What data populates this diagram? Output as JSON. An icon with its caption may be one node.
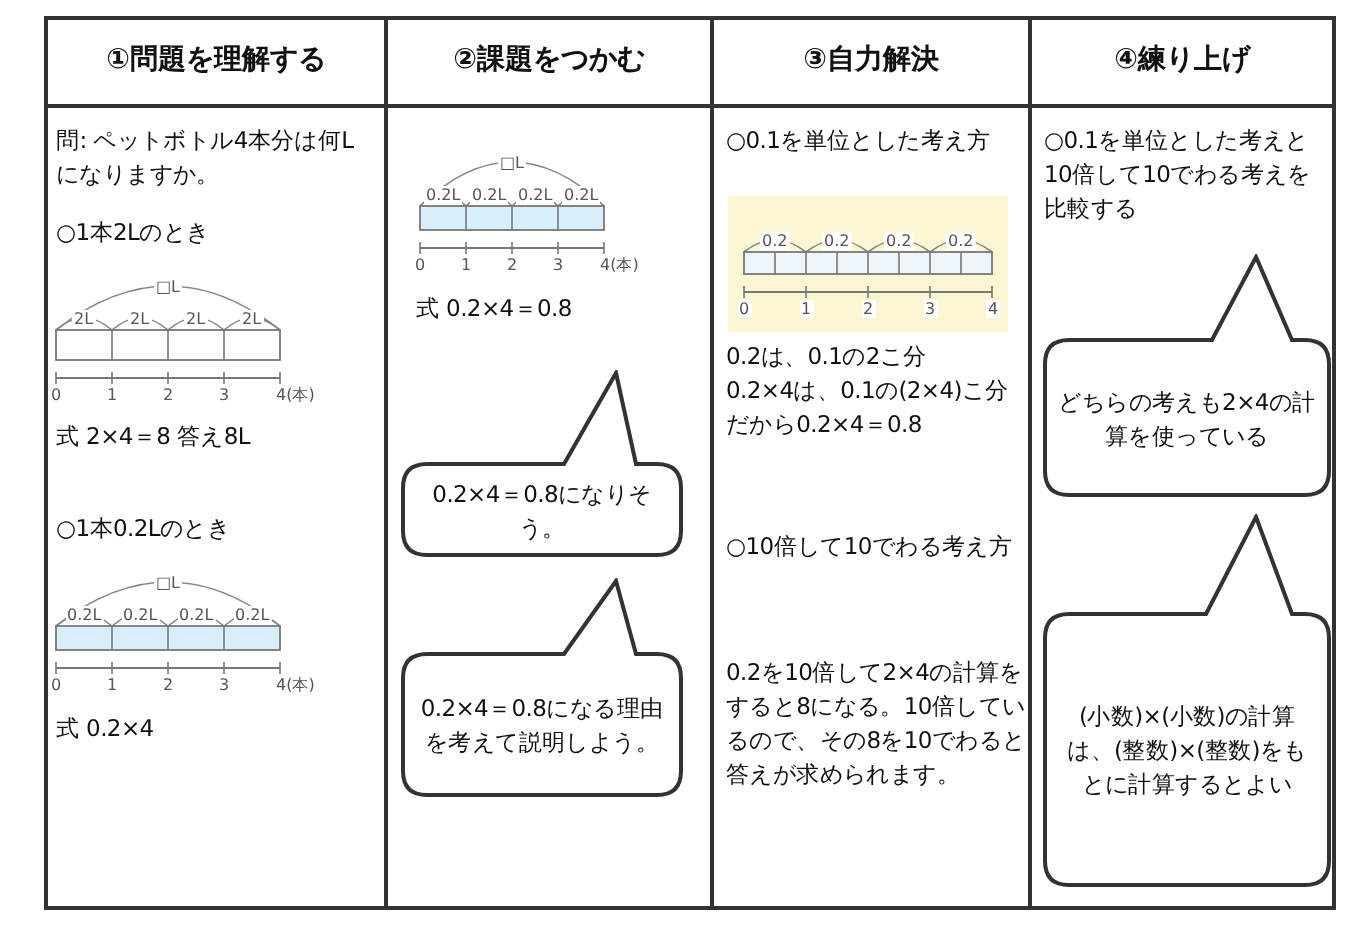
{
  "diagram": {
    "nodes": [
      {
        "text": [
          "①問題を理解する",
          "問: ペットボトル4本分は何Lになりますか。",
          "○1本2Lのとき",
          "式 2×4＝8 答え8L",
          "○1本0.2Lのとき",
          "式 0.2×4"
        ]
      },
      {
        "text": [
          "②課題をつかむ",
          "式 0.2×4＝0.8"
        ]
      },
      {
        "text": [
          "0.2×4＝0.8になりそう。"
        ],
        "in": 1
      },
      {
        "text": [
          "0.2×4＝0.8になる理由を考えて説明しよう。"
        ],
        "in": 1
      },
      {
        "text": [
          "③自力解決",
          "○0.1を単位とした考え方",
          "0.2は、0.1の2こ分",
          "0.2×4は、0.1の(2×4)こ分",
          "だから0.2×4＝0.8",
          "○10倍して10でわる考え方",
          "0.2を10倍して2×4の計算をすると8になる。10倍しているので、その8を10でわると答えが求められます。"
        ]
      },
      {
        "text": [
          "④練り上げ",
          "○0.1を単位とした考えと10倍して10でわる考えを比較する"
        ]
      },
      {
        "text": [
          "どちらの考えも2×4の計算を使っている"
        ],
        "in": 5
      },
      {
        "text": [
          "(小数)×(小数)の計算は、(整数)×(整数)をもとに計算するとよい"
        ],
        "in": 5
      }
    ],
    "labels": [
      "□L",
      "2L",
      "2L",
      "2L",
      "2L",
      "0",
      "1",
      "2",
      "3",
      "4(本)",
      "□L",
      "0.2L",
      "0.2L",
      "0.2L",
      "0.2L",
      "0",
      "1",
      "2",
      "3",
      "4(本)",
      "□L",
      "0.2L",
      "0.2L",
      "0.2L",
      "0.2L",
      "0",
      "1",
      "2",
      "3",
      "4(本)",
      "0.2",
      "0.2",
      "0.2",
      "0.2",
      "0",
      "1",
      "2",
      "3",
      "4"
    ]
  }
}
